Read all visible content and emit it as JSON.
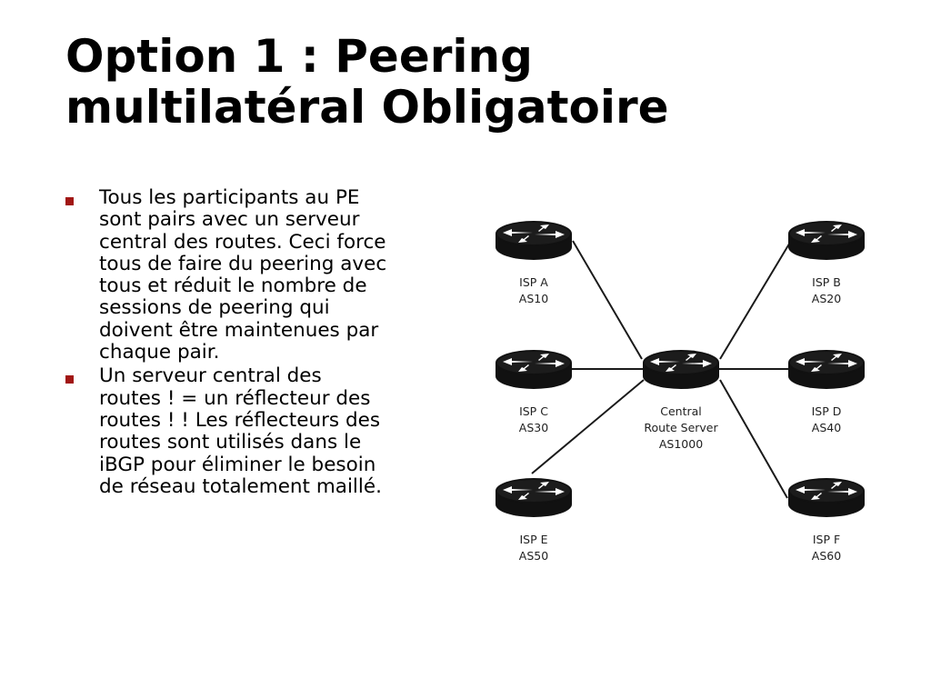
{
  "slide": {
    "title_lines": [
      "Option 1 : Peering",
      "multilatéral Obligatoire"
    ],
    "accent_color": "#a11614",
    "bullets": [
      {
        "lines": [
          "Tous les participants au PE",
          "sont pairs avec un serveur",
          "central des routes. Ceci force",
          "tous de faire du peering avec",
          "tous et réduit le nombre de",
          "sessions de peering qui",
          "doivent être maintenues par",
          "chaque pair."
        ]
      },
      {
        "lines": [
          "Un serveur central des",
          "routes ! = un réflecteur des",
          "routes ! ! Les réflecteurs des",
          "routes sont utilisés dans le",
          "iBGP pour éliminer le besoin",
          "de réseau totalement maillé."
        ]
      }
    ]
  },
  "diagram": {
    "node_icon": "router-icon",
    "center": {
      "label_lines": [
        "Central",
        "Route Server",
        "AS1000"
      ]
    },
    "nodes": [
      {
        "id": "isp-a",
        "label_lines": [
          "ISP A",
          "AS10"
        ]
      },
      {
        "id": "isp-b",
        "label_lines": [
          "ISP B",
          "AS20"
        ]
      },
      {
        "id": "isp-c",
        "label_lines": [
          "ISP C",
          "AS30"
        ]
      },
      {
        "id": "isp-d",
        "label_lines": [
          "ISP D",
          "AS40"
        ]
      },
      {
        "id": "isp-e",
        "label_lines": [
          "ISP E",
          "AS50"
        ]
      },
      {
        "id": "isp-f",
        "label_lines": [
          "ISP F",
          "AS60"
        ]
      }
    ]
  }
}
